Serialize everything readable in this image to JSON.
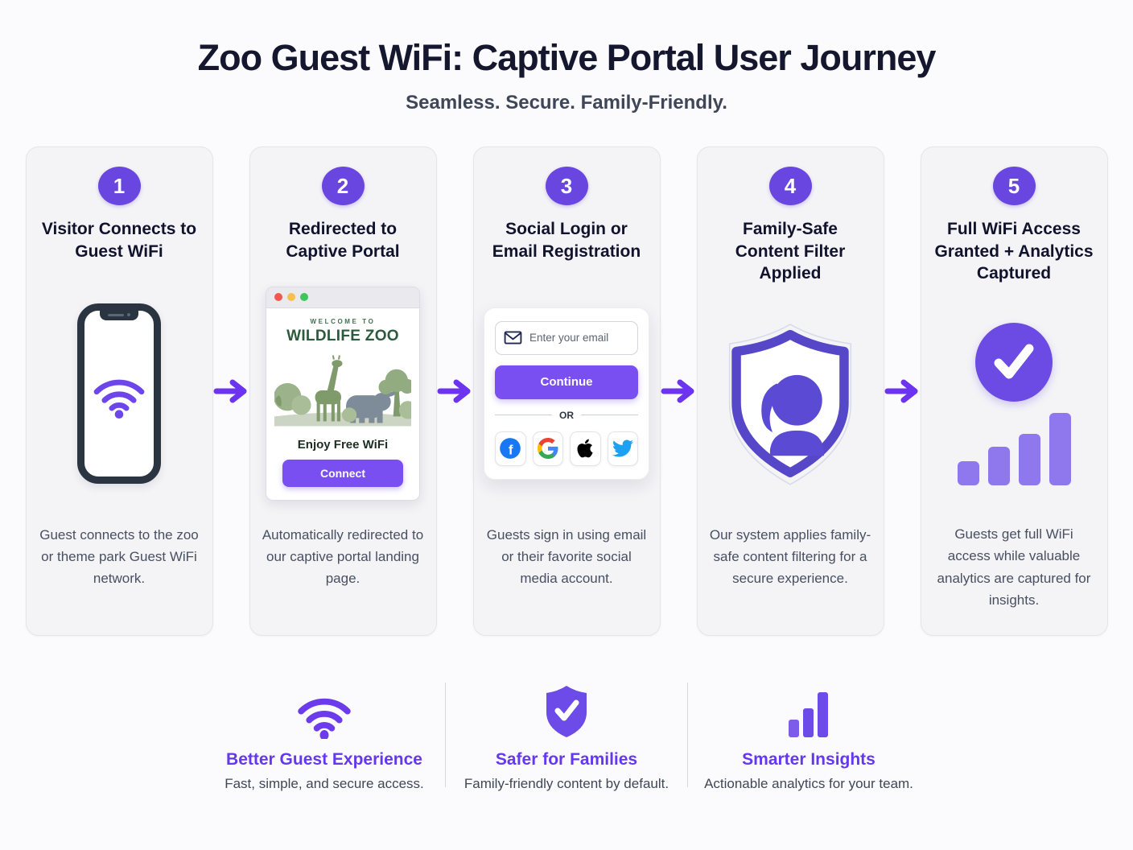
{
  "page": {
    "title": "Zoo Guest WiFi: Captive Portal User Journey",
    "subtitle": "Seamless. Secure. Family-Friendly."
  },
  "colors": {
    "accent_purple": "#6C45EB",
    "button_purple": "#7A4FF2",
    "badge_purple": "#6A46E0",
    "shield_indigo": "#5646C8",
    "bars_light_purple": "#8F78EE",
    "zoo_green_dark": "#2C5A3C",
    "title_navy": "#15172E",
    "body_gray": "#474F60",
    "card_bg": "#F4F4F7"
  },
  "steps": [
    {
      "number": "1",
      "title": "Visitor Connects to Guest WiFi",
      "icon": "phone-wifi-icon",
      "description": "Guest connects to the zoo or theme park Guest WiFi network."
    },
    {
      "number": "2",
      "title": "Redirected to Captive Portal",
      "icon": "browser-portal-mockup",
      "description": "Automatically redirected to our captive portal landing page.",
      "portal": {
        "eyebrow": "WELCOME TO",
        "brand": "WILDLIFE ZOO",
        "tagline": "Enjoy Free WiFi",
        "button_label": "Connect"
      }
    },
    {
      "number": "3",
      "title": "Social Login or Email Registration",
      "icon": "login-form-mockup",
      "description": "Guests sign in using email or their favorite social media account.",
      "form": {
        "email_placeholder": "Enter your email",
        "continue_label": "Continue",
        "divider_label": "OR",
        "social_providers": [
          "Facebook",
          "Google",
          "Apple",
          "Twitter"
        ]
      }
    },
    {
      "number": "4",
      "title": "Family-Safe Content Filter Applied",
      "icon": "shield-girl-icon",
      "description": "Our system applies family-safe content filtering for a secure experience."
    },
    {
      "number": "5",
      "title": "Full WiFi Access Granted + Analytics Captured",
      "icon": "check-circle-bars-icon",
      "description": "Guests get full WiFi access while valuable analytics are captured for insights."
    }
  ],
  "benefits": [
    {
      "icon": "wifi-icon",
      "title": "Better Guest Experience",
      "description": "Fast, simple, and secure access."
    },
    {
      "icon": "shield-check-icon",
      "title": "Safer for Families",
      "description": "Family-friendly content by default."
    },
    {
      "icon": "bar-chart-icon",
      "title": "Smarter Insights",
      "description": "Actionable analytics for your team."
    }
  ]
}
